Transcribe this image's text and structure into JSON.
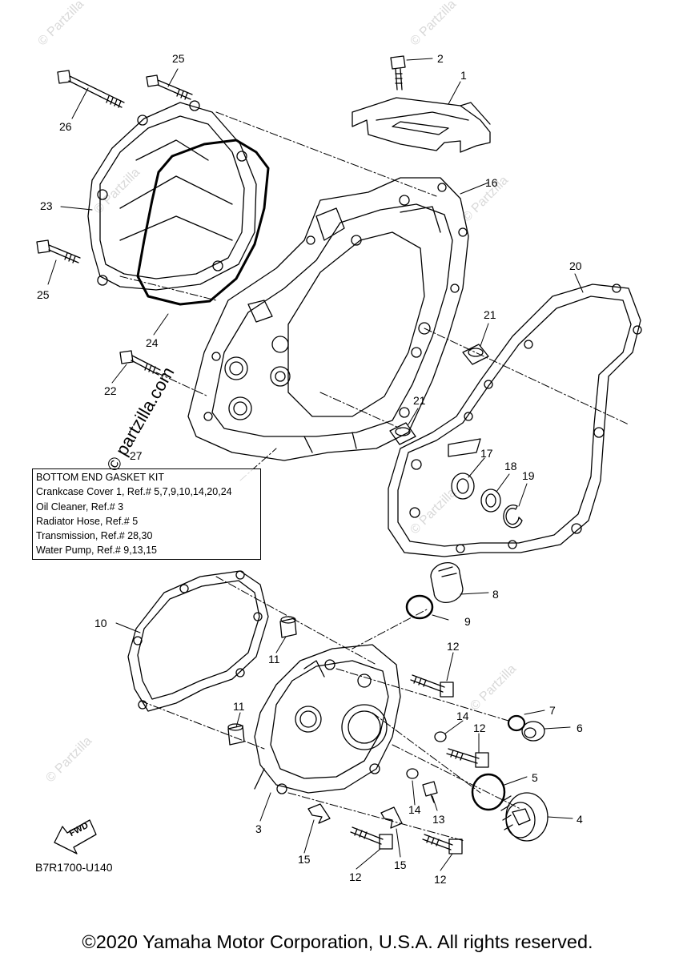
{
  "watermark_text": "© Partzilla",
  "watermark_main": "© partzilla.com",
  "callouts": {
    "c1": "1",
    "c2": "2",
    "c3": "3",
    "c4": "4",
    "c5": "5",
    "c6": "6",
    "c7": "7",
    "c8": "8",
    "c9": "9",
    "c10": "10",
    "c11a": "11",
    "c11b": "11",
    "c12a": "12",
    "c12b": "12",
    "c12c": "12",
    "c12d": "12",
    "c13": "13",
    "c14a": "14",
    "c14b": "14",
    "c15a": "15",
    "c15b": "15",
    "c16": "16",
    "c17": "17",
    "c18": "18",
    "c19": "19",
    "c20": "20",
    "c21a": "21",
    "c21b": "21",
    "c22": "22",
    "c23": "23",
    "c24": "24",
    "c25a": "25",
    "c25b": "25",
    "c26": "26",
    "c27": "27"
  },
  "kit_box": {
    "title": "BOTTOM END GASKET KIT",
    "lines": [
      "Crankcase Cover 1, Ref.# 5,7,9,10,14,20,24",
      "Oil Cleaner, Ref.# 3",
      "Radiator Hose, Ref.# 5",
      "Transmission, Ref.# 28,30",
      "Water Pump, Ref.# 9,13,15"
    ]
  },
  "fwd_label": "FWD",
  "diagram_code": "B7R1700-U140",
  "copyright": "©2020 Yamaha Motor Corporation, U.S.A. All rights reserved."
}
